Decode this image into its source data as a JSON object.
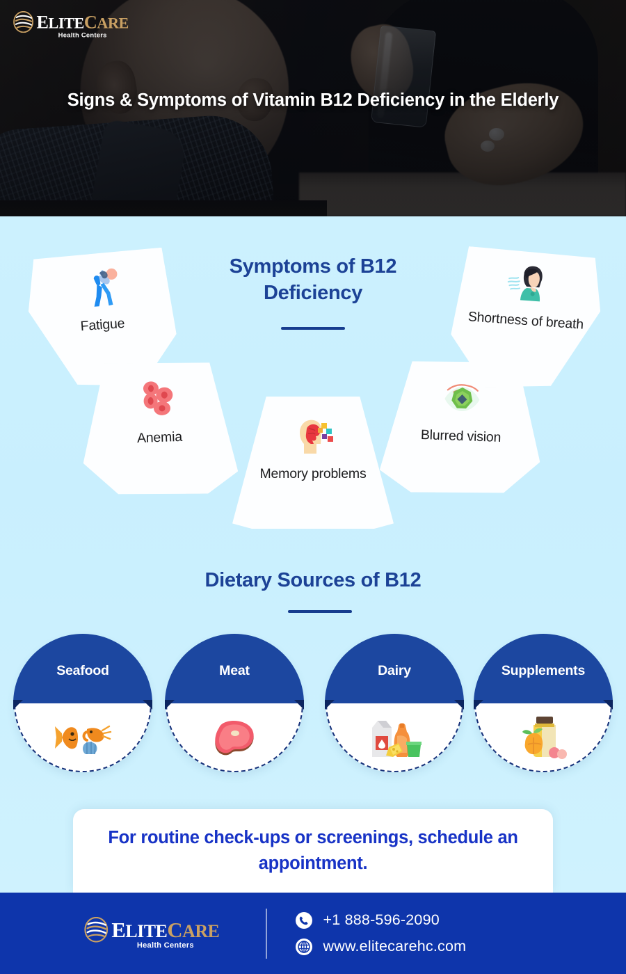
{
  "brand": {
    "name_part1": "Elite",
    "name_part2": "Care",
    "tagline": "Health Centers",
    "logo_gold": "#C9A063",
    "footer_blue": "#0E35AB",
    "accent_blue": "#1C4296"
  },
  "hero": {
    "title": "Signs & Symptoms of Vitamin B12 Deficiency in the Elderly",
    "logo_icon": "elitecare-logo-icon"
  },
  "symptoms": {
    "heading": "Symptoms of B12 Deficiency",
    "items": [
      {
        "label": "Fatigue",
        "icon": "tired-person-icon"
      },
      {
        "label": "Anemia",
        "icon": "red-blood-cells-icon"
      },
      {
        "label": "Memory problems",
        "icon": "brain-head-icon"
      },
      {
        "label": "Blurred vision",
        "icon": "blurry-eye-icon"
      },
      {
        "label": "Shortness of breath",
        "icon": "person-breathing-icon"
      }
    ]
  },
  "dietary": {
    "heading": "Dietary Sources of B12",
    "items": [
      {
        "label": "Seafood",
        "icon": "fish-shrimp-shell-icon"
      },
      {
        "label": "Meat",
        "icon": "steak-icon"
      },
      {
        "label": "Dairy",
        "icon": "milk-cheese-yogurt-icon"
      },
      {
        "label": "Supplements",
        "icon": "pill-bottle-fruit-icon"
      }
    ]
  },
  "cta": {
    "text": "For routine check-ups or screenings, schedule an appointment."
  },
  "footer": {
    "phone": "+1 888-596-2090",
    "website": "www.elitecarehc.com",
    "phone_icon": "phone-icon",
    "web_icon": "globe-icon"
  }
}
